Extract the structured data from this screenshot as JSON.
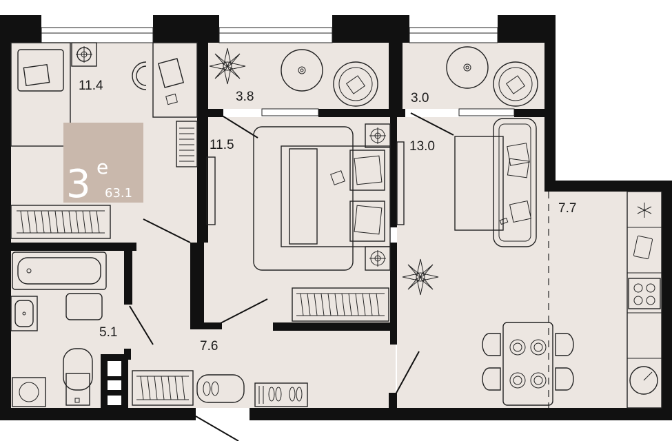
{
  "plan": {
    "badge": {
      "rooms": "3",
      "suffix": "e",
      "total_area": "63.1",
      "color": "#c9b8ac"
    },
    "room_areas": [
      {
        "id": "bedroom-left",
        "value": "11.4"
      },
      {
        "id": "balcony-left",
        "value": "3.8"
      },
      {
        "id": "bedroom-center",
        "value": "11.5"
      },
      {
        "id": "balcony-right",
        "value": "3.0"
      },
      {
        "id": "living-room",
        "value": "13.0"
      },
      {
        "id": "kitchen",
        "value": "7.7"
      },
      {
        "id": "bathroom",
        "value": "5.1"
      },
      {
        "id": "hallway",
        "value": "7.6"
      }
    ],
    "colors": {
      "wall": "#111111",
      "floor": "#ece6e1",
      "window": "#ffffff"
    }
  }
}
